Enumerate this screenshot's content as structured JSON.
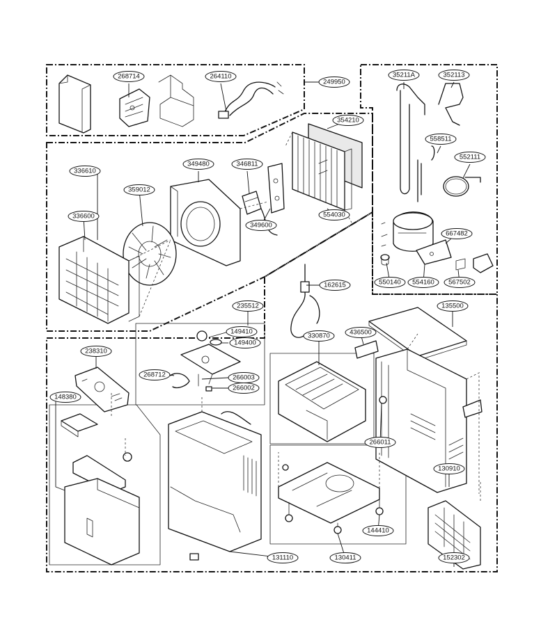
{
  "parts": [
    {
      "id": "part-249950",
      "number": "249950"
    },
    {
      "id": "part-268714",
      "number": "268714"
    },
    {
      "id": "part-264110",
      "number": "264110"
    },
    {
      "id": "part-35211a",
      "number": "35211A"
    },
    {
      "id": "part-352113",
      "number": "352113"
    },
    {
      "id": "part-354210",
      "number": "354210"
    },
    {
      "id": "part-558511",
      "number": "558511"
    },
    {
      "id": "part-552111",
      "number": "552111"
    },
    {
      "id": "part-336610",
      "number": "336610"
    },
    {
      "id": "part-349480",
      "number": "349480"
    },
    {
      "id": "part-346811",
      "number": "346811"
    },
    {
      "id": "part-359012",
      "number": "359012"
    },
    {
      "id": "part-336600",
      "number": "336600"
    },
    {
      "id": "part-349600",
      "number": "349600"
    },
    {
      "id": "part-554030",
      "number": "554030"
    },
    {
      "id": "part-667482",
      "number": "667482"
    },
    {
      "id": "part-550140",
      "number": "550140"
    },
    {
      "id": "part-554160",
      "number": "554160"
    },
    {
      "id": "part-567502",
      "number": "567502"
    },
    {
      "id": "part-162615",
      "number": "162615"
    },
    {
      "id": "part-235512",
      "number": "235512"
    },
    {
      "id": "part-149410",
      "number": "149410"
    },
    {
      "id": "part-149400",
      "number": "149400"
    },
    {
      "id": "part-135500",
      "number": "135500"
    },
    {
      "id": "part-436500",
      "number": "436500"
    },
    {
      "id": "part-330870",
      "number": "330870"
    },
    {
      "id": "part-238310",
      "number": "238310"
    },
    {
      "id": "part-268712",
      "number": "268712"
    },
    {
      "id": "part-266003",
      "number": "266003"
    },
    {
      "id": "part-266002",
      "number": "266002"
    },
    {
      "id": "part-148380",
      "number": "148380"
    },
    {
      "id": "part-266011",
      "number": "266011"
    },
    {
      "id": "part-130910",
      "number": "130910"
    },
    {
      "id": "part-144410",
      "number": "144410"
    },
    {
      "id": "part-131110",
      "number": "131110"
    },
    {
      "id": "part-130411",
      "number": "130411"
    },
    {
      "id": "part-152302",
      "number": "152302"
    }
  ]
}
